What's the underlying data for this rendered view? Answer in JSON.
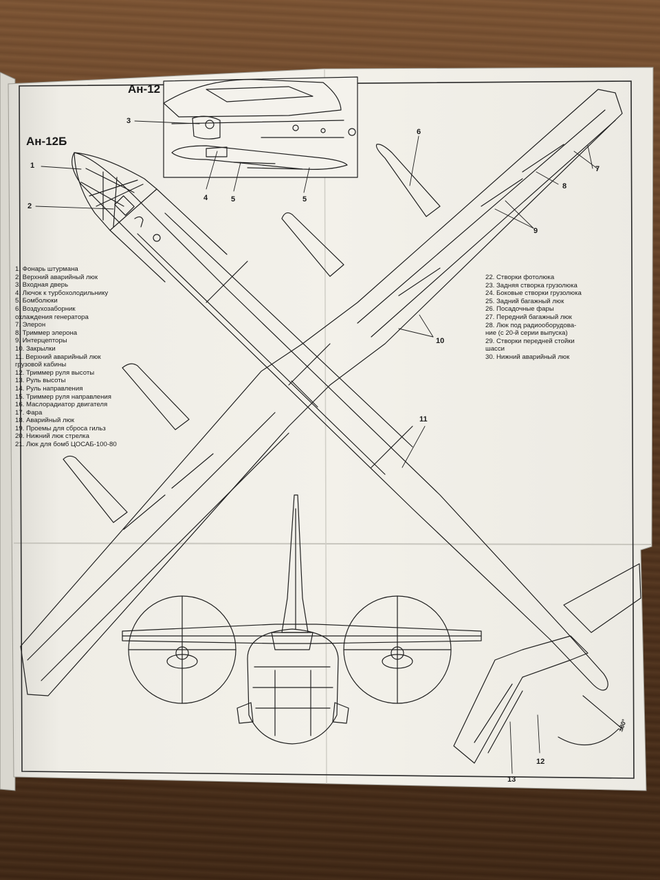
{
  "title_an12": "Ан-12",
  "title_an12b": "Ан-12Б",
  "legend_left": [
    "1.  Фонарь штурмана",
    "2.  Верхний аварийный люк",
    "3.  Входная дверь",
    "4.  Лючок к турбохолодильнику",
    "5.  Бомболюки",
    "6.  Воздухозаборник",
    "      охлаждения генератора",
    "7.  Элерон",
    "8.  Триммер элерона",
    "9.  Интерцепторы",
    "10. Закрылки",
    "11. Верхний аварийный люк",
    "      грузовой кабины",
    "12. Триммер руля высоты",
    "13. Руль высоты",
    "14. Руль направления",
    "15. Триммер руля направления",
    "16. Маслорадиатор двигателя",
    "17. Фара",
    "18. Аварийный люк",
    "19. Проемы для сброса гильз",
    "20. Нижний люк стрелка",
    "21. Люк для бомб ЦОСАБ-100-80"
  ],
  "legend_right": [
    "22. Створки фотолюка",
    "23. Задняя створка грузолюка",
    "24. Боковые створки грузолюка",
    "25. Задний багажный люк",
    "26. Посадочные фары",
    "27. Передний багажный люк",
    "28. Люк под радиооборудова-",
    "      ние (с 20-й серии выпуска)",
    "29. Створки передней стойки",
    "      шасси",
    "30. Нижний аварийный люк"
  ],
  "callouts": {
    "c1": "1",
    "c2": "2",
    "c3": "3",
    "c4": "4",
    "c5a": "5",
    "c5b": "5",
    "c6": "6",
    "c7": "7",
    "c8": "8",
    "c9": "9",
    "c10": "10",
    "c11": "11",
    "c12": "12",
    "c13": "13",
    "angle": "±80°"
  },
  "colors": {
    "paper": "#f1efe8",
    "ink": "#1a1a1a",
    "table": "#5b3a22"
  }
}
